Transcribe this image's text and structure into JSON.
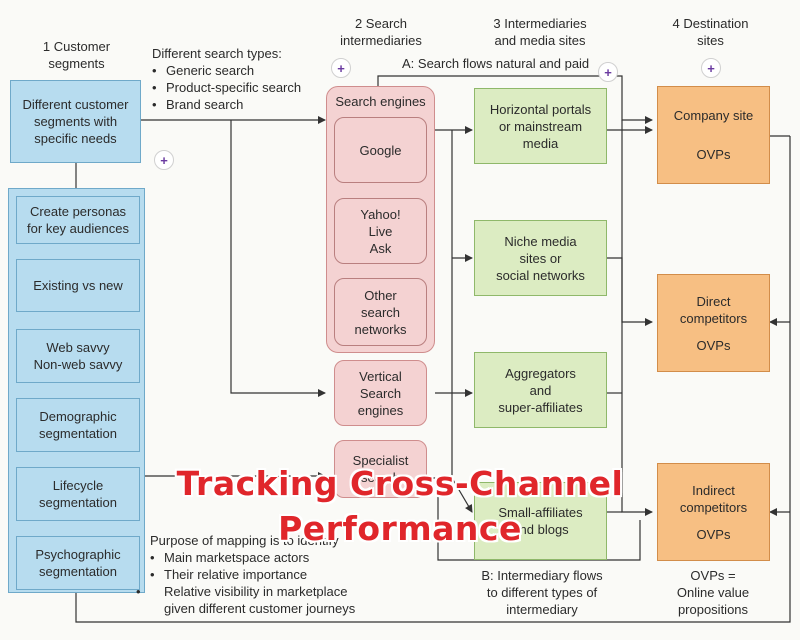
{
  "headers": {
    "col1": "1 Customer\nsegments",
    "col2": "2 Search\nintermediaries",
    "col3": "3 Intermediaries\nand media sites",
    "col4": "4 Destination\nsites"
  },
  "search_types": {
    "title": "Different search types:",
    "items": [
      "Generic search",
      "Product-specific search",
      "Brand search"
    ]
  },
  "flow_a": "A:  Search flows natural and paid",
  "flow_b": "B:  Intermediary flows\nto different types of\nintermediary",
  "customer_segments": {
    "top": "Different customer\nsegments with\nspecific needs",
    "items": [
      "Create personas\nfor key audiences",
      "Existing vs new",
      "Web savvy\nNon-web savvy",
      "Demographic\nsegmentation",
      "Lifecycle\nsegmentation",
      "Psychographic\nsegmentation"
    ]
  },
  "search_engines": {
    "title": "Search engines",
    "items": [
      "Google",
      "Yahoo!\nLive\nAsk",
      "Other\nsearch\nnetworks"
    ]
  },
  "vertical_search": "Vertical\nSearch\nengines",
  "specialist": "Specialist\nsearch",
  "intermediaries": [
    "Horizontal portals\nor mainstream\nmedia",
    "Niche media\nsites or\nsocial networks",
    "Aggregators\nand\nsuper-affiliates",
    "Small-affiliates\nand blogs"
  ],
  "destinations": [
    {
      "name": "Company site",
      "sub": "OVPs"
    },
    {
      "name": "Direct\ncompetitors",
      "sub": "OVPs"
    },
    {
      "name": "Indirect\ncompetitors",
      "sub": "OVPs"
    }
  ],
  "purpose": {
    "title": "Purpose of mapping is to identify",
    "items": [
      "Main marketspace actors",
      "Their relative importance",
      "Relative visibility in marketplace\ngiven different customer journeys"
    ]
  },
  "ovps_note": "OVPs =\nOnline value\npropositions",
  "overlay_title": {
    "line1": "Tracking Cross-Channel",
    "line2": "Performance"
  },
  "plus_symbol": "+",
  "colors": {
    "segments_blue": "#b7dcef",
    "search_pink": "#f4d2d2",
    "intermediary_green": "#dcecc2",
    "destination_orange": "#f7bf83",
    "overlay_red": "#e0262b"
  }
}
